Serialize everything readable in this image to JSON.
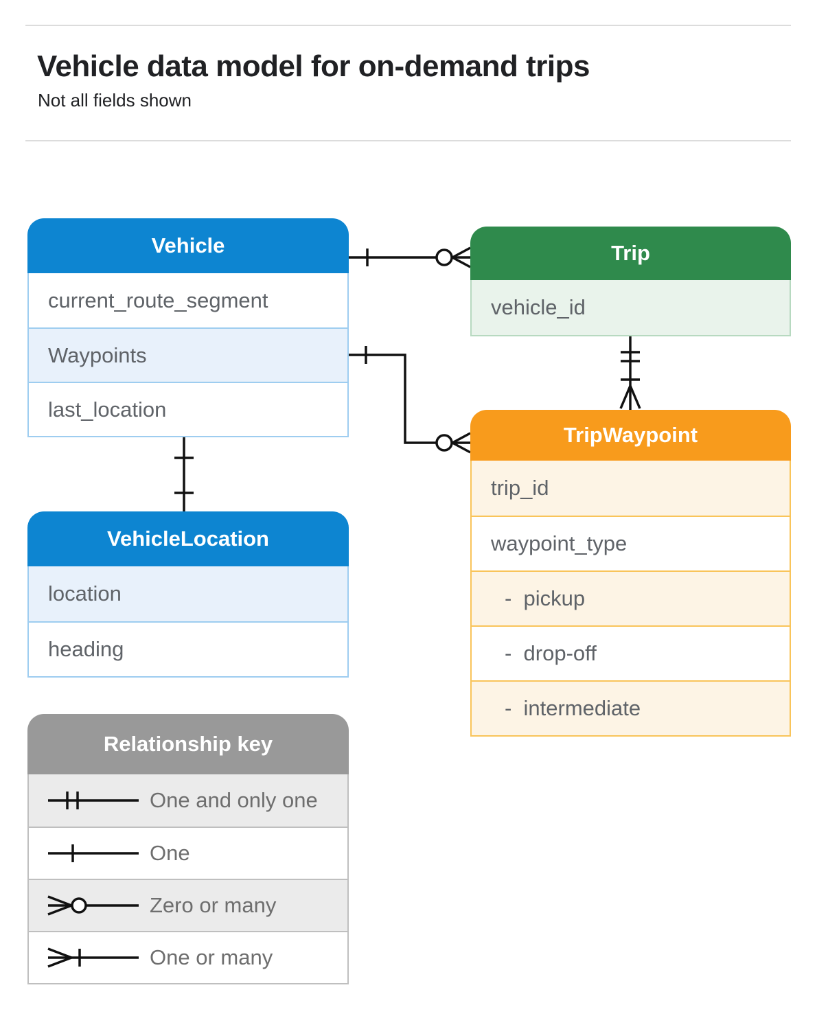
{
  "page": {
    "title": "Vehicle data model for on-demand trips",
    "subtitle": "Not all fields shown"
  },
  "entities": [
    {
      "name": "Vehicle",
      "color_theme": "blue",
      "fields": [
        {
          "label": "current_route_segment",
          "highlighted": false
        },
        {
          "label": "Waypoints",
          "highlighted": true
        },
        {
          "label": "last_location",
          "highlighted": false
        }
      ]
    },
    {
      "name": "Trip",
      "color_theme": "green",
      "fields": [
        {
          "label": "vehicle_id",
          "highlighted": true
        }
      ]
    },
    {
      "name": "TripWaypoint",
      "color_theme": "orange",
      "fields": [
        {
          "label": "trip_id",
          "highlighted": true
        },
        {
          "label": "waypoint_type",
          "highlighted": false
        },
        {
          "label": "-  pickup",
          "highlighted": true,
          "sub_item": true
        },
        {
          "label": "-  drop-off",
          "highlighted": false,
          "sub_item": true
        },
        {
          "label": "-  intermediate",
          "highlighted": true,
          "sub_item": true
        }
      ]
    },
    {
      "name": "VehicleLocation",
      "color_theme": "blue",
      "fields": [
        {
          "label": "location",
          "highlighted": true
        },
        {
          "label": "heading",
          "highlighted": false
        }
      ]
    }
  ],
  "relationships": [
    {
      "from": "Vehicle",
      "to": "Trip",
      "from_cardinality": "one",
      "to_cardinality": "zero-or-many"
    },
    {
      "from": "Vehicle.Waypoints",
      "to": "TripWaypoint",
      "from_cardinality": "one",
      "to_cardinality": "zero-or-many"
    },
    {
      "from": "Trip",
      "to": "TripWaypoint",
      "from_cardinality": "one-and-only-one",
      "to_cardinality": "one-or-many"
    },
    {
      "from": "Vehicle",
      "to": "VehicleLocation",
      "from_cardinality": "one",
      "to_cardinality": "one"
    }
  ],
  "legend": {
    "title": "Relationship key",
    "items": [
      {
        "label": "One and only one",
        "symbol": "one-and-only-one"
      },
      {
        "label": "One",
        "symbol": "one"
      },
      {
        "label": "Zero or many",
        "symbol": "zero-or-many"
      },
      {
        "label": "One or many",
        "symbol": "one-or-many"
      }
    ]
  },
  "colors": {
    "blue": "#0d85d1",
    "blue_light": "#e8f1fb",
    "blue_border": "#9ecdf0",
    "green": "#2f8a4c",
    "green_light": "#e9f3eb",
    "green_border": "#b7d9c0",
    "orange": "#f89b1c",
    "orange_light": "#fdf4e5",
    "orange_border": "#f9c45a",
    "gray": "#999999",
    "gray_light": "#ebebeb",
    "gray_border": "#bfbfbf",
    "divider": "#dcdcdc",
    "text_dark": "#202124",
    "text_field": "#5f6368",
    "text_legend": "#6e6e6e",
    "line": "#111111"
  }
}
